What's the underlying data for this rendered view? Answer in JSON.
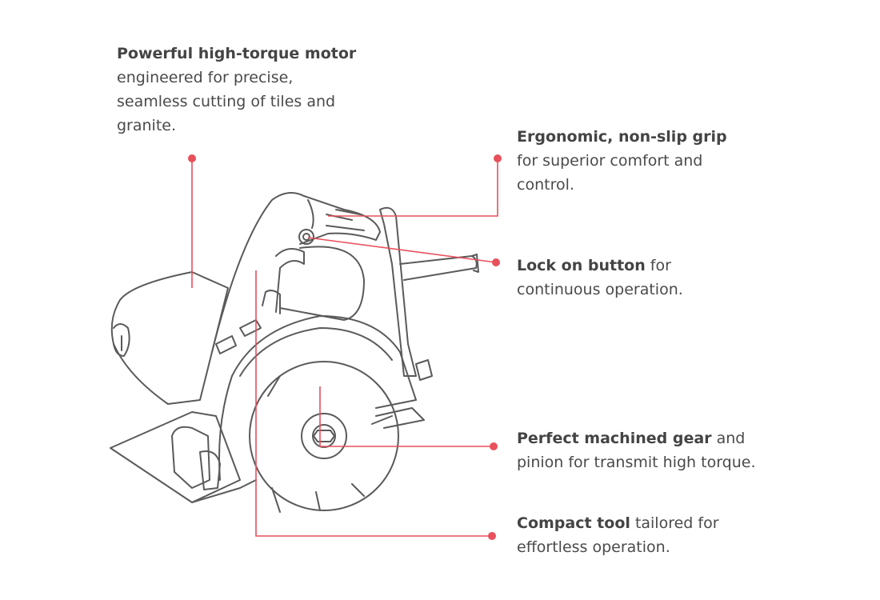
{
  "colors": {
    "accent": "#e8505b",
    "text": "#4a4a4a",
    "drawing": "#5a5a5a"
  },
  "callouts": [
    {
      "bold": "Powerful high-torque motor",
      "rest": "engineered for precise, seamless cutting of tiles and granite."
    },
    {
      "bold": "Ergonomic, non-slip grip",
      "rest": "for superior comfort and control."
    },
    {
      "bold": "Lock on button",
      "rest": "for continuous operation."
    },
    {
      "bold": "Perfect machined gear",
      "rest": "and pinion for transmit high torque."
    },
    {
      "bold": "Compact tool",
      "rest": "tailored for effortless operation."
    }
  ]
}
